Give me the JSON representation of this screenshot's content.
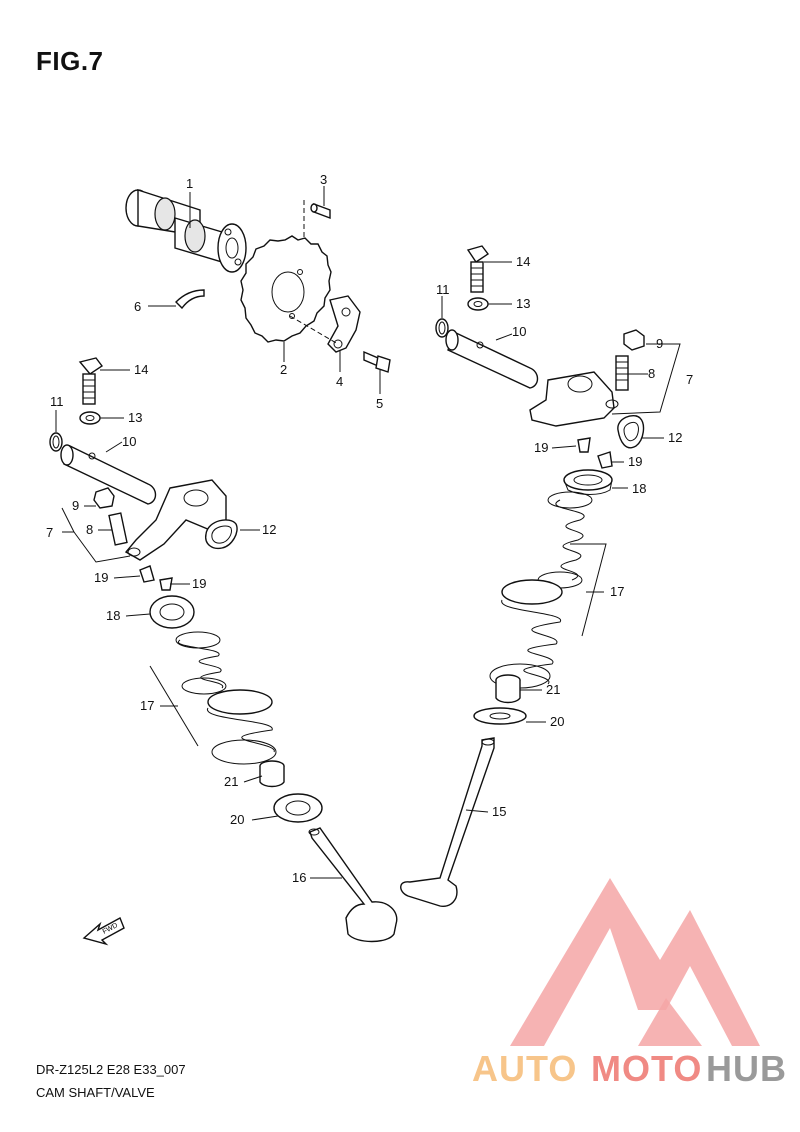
{
  "figure": {
    "title": "FIG.7",
    "code": "DR-Z125L2 E28 E33_007",
    "name": "CAM SHAFT/VALVE"
  },
  "fwd_label": "FWD",
  "callouts": {
    "c1": "1",
    "c2": "2",
    "c3": "3",
    "c4": "4",
    "c5": "5",
    "c6": "6",
    "c7a": "7",
    "c7b": "7",
    "c8a": "8",
    "c8b": "8",
    "c9a": "9",
    "c9b": "9",
    "c10a": "10",
    "c10b": "10",
    "c11a": "11",
    "c11b": "11",
    "c12a": "12",
    "c12b": "12",
    "c13a": "13",
    "c13b": "13",
    "c14a": "14",
    "c14b": "14",
    "c15": "15",
    "c16": "16",
    "c17a": "17",
    "c17b": "17",
    "c18a": "18",
    "c18b": "18",
    "c19a": "19",
    "c19b": "19",
    "c19c": "19",
    "c19d": "19",
    "c20a": "20",
    "c20b": "20",
    "c21a": "21",
    "c21b": "21"
  },
  "watermark": {
    "word1": "AUTO",
    "word2": "MOTO",
    "word3": "HUB",
    "colors": {
      "auto": "#f7c58a",
      "moto": "#f08a84",
      "hub": "#9a9a9a",
      "triangle": "#f4a6a6"
    }
  }
}
